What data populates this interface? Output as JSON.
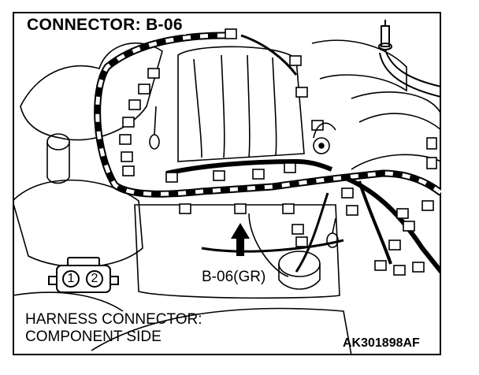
{
  "title": "CONNECTOR: B-06",
  "connector_callout": "B-06(GR)",
  "harness_label_line1": "HARNESS CONNECTOR:",
  "harness_label_line2": "COMPONENT SIDE",
  "pins": [
    "1",
    "2"
  ],
  "figure_code": "AK301898AF"
}
